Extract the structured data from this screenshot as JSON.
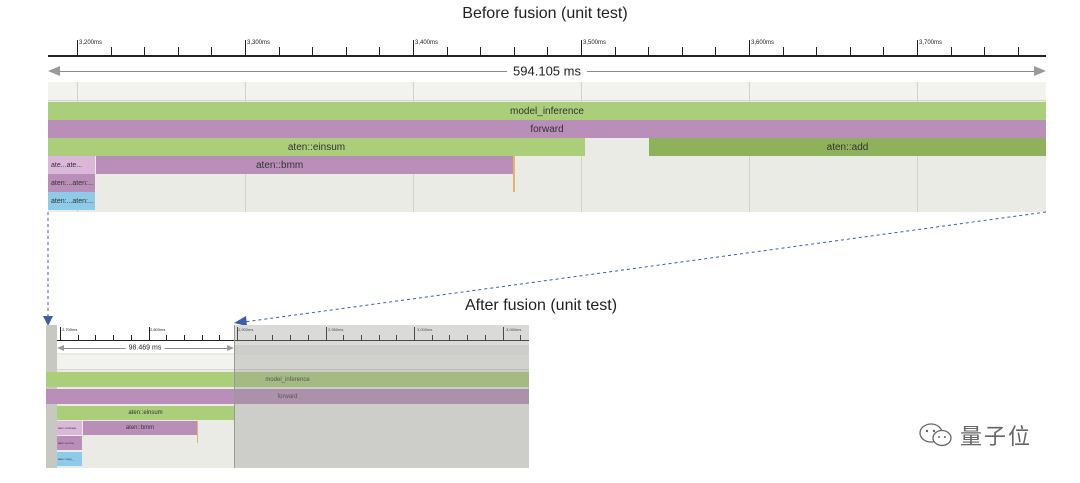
{
  "before": {
    "title": "Before fusion (unit test)",
    "tick_labels": [
      "3,200ms",
      "3,300ms",
      "3,400ms",
      "3,500ms",
      "3,600ms",
      "3,700ms"
    ],
    "duration": "594.105 ms",
    "tracks": {
      "model_inference": "model_inference",
      "forward": "forward",
      "einsum": "aten::einsum",
      "add": "aten::add",
      "bmm": "aten::bmm",
      "small1": "ate...ate...",
      "small2": "aten:...aten:...",
      "small3": "aten:...aten:..."
    }
  },
  "after": {
    "title": "After fusion (unit test)",
    "tick_labels": [
      "2,700ms",
      "2,800ms",
      "2,900ms",
      "2,950ms",
      "3,000ms",
      "3,050ms"
    ],
    "duration": "98.469 ms",
    "tracks": {
      "model_inference": "model_inference",
      "forward": "forward",
      "einsum": "aten::einsum",
      "bmm": "aten::bmm",
      "small1": "aten::reshape",
      "small2": "aten::permu",
      "small3": "aten::copy_"
    }
  },
  "watermark": {
    "icon": "wechat-icon",
    "text": "量子位"
  },
  "colors": {
    "green": "#abce7a",
    "dark_green": "#8eb25c",
    "purple": "#b98fb9",
    "light_purple": "#d9b8d9",
    "blue": "#8ecbe8",
    "connector": "#3a5fa8"
  }
}
